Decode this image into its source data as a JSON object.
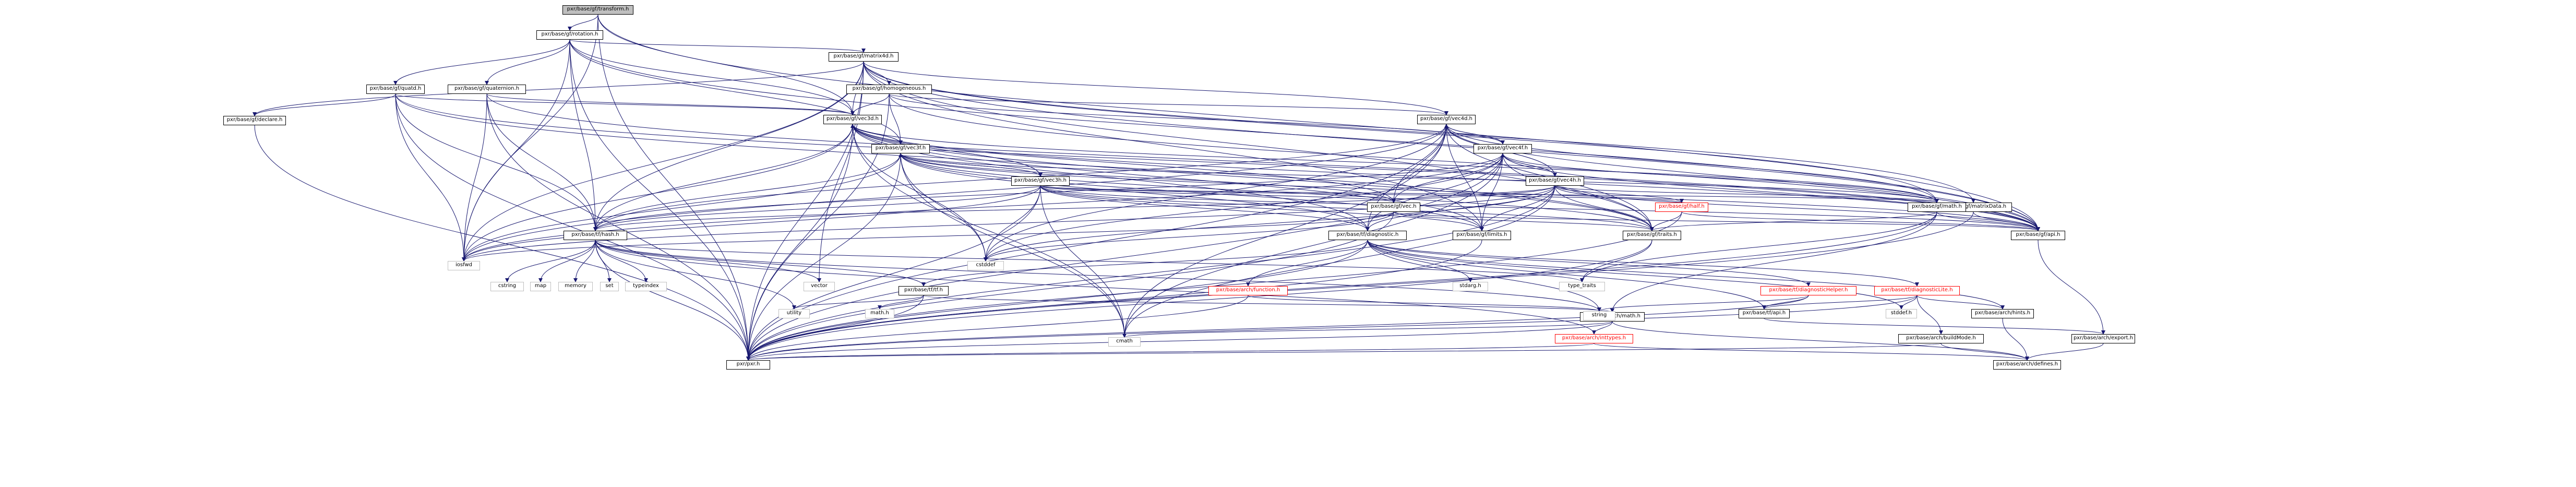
{
  "graph": {
    "title": "pxr/base/gf/transform.h",
    "edge_color": "#191970",
    "nodes": [
      {
        "id": "transform",
        "label": "pxr/base/gf/transform.h",
        "style": "root"
      },
      {
        "id": "rotation",
        "label": "pxr/base/gf/rotation.h",
        "style": "link"
      },
      {
        "id": "matrix4d",
        "label": "pxr/base/gf/matrix4d.h",
        "style": "link"
      },
      {
        "id": "quatd",
        "label": "pxr/base/gf/quatd.h",
        "style": "link"
      },
      {
        "id": "quaternion",
        "label": "pxr/base/gf/quaternion.h",
        "style": "link"
      },
      {
        "id": "homogeneous",
        "label": "pxr/base/gf/homogeneous.h",
        "style": "link"
      },
      {
        "id": "declare",
        "label": "pxr/base/gf/declare.h",
        "style": "link"
      },
      {
        "id": "vec3d",
        "label": "pxr/base/gf/vec3d.h",
        "style": "link"
      },
      {
        "id": "vec4d",
        "label": "pxr/base/gf/vec4d.h",
        "style": "link"
      },
      {
        "id": "vec3f",
        "label": "pxr/base/gf/vec3f.h",
        "style": "link"
      },
      {
        "id": "vec4f",
        "label": "pxr/base/gf/vec4f.h",
        "style": "link"
      },
      {
        "id": "vec3h",
        "label": "pxr/base/gf/vec3h.h",
        "style": "link"
      },
      {
        "id": "vec4h",
        "label": "pxr/base/gf/vec4h.h",
        "style": "link"
      },
      {
        "id": "matrixData",
        "label": "pxr/base/gf/matrixData.h",
        "style": "link"
      },
      {
        "id": "half",
        "label": "pxr/base/gf/half.h",
        "style": "red"
      },
      {
        "id": "math",
        "label": "pxr/base/gf/math.h",
        "style": "link"
      },
      {
        "id": "vech",
        "label": "pxr/base/gf/vec.h",
        "style": "link"
      },
      {
        "id": "traits",
        "label": "pxr/base/gf/traits.h",
        "style": "link"
      },
      {
        "id": "gfapi",
        "label": "pxr/base/gf/api.h",
        "style": "link"
      },
      {
        "id": "limits",
        "label": "pxr/base/gf/limits.h",
        "style": "link"
      },
      {
        "id": "diagnostic",
        "label": "pxr/base/tf/diagnostic.h",
        "style": "link"
      },
      {
        "id": "hash",
        "label": "pxr/base/tf/hash.h",
        "style": "link"
      },
      {
        "id": "tf",
        "label": "pxr/base/tf/tf.h",
        "style": "link"
      },
      {
        "id": "diagnosticHelper",
        "label": "pxr/base/tf/diagnosticHelper.h",
        "style": "red"
      },
      {
        "id": "diagnosticLite",
        "label": "pxr/base/tf/diagnosticLite.h",
        "style": "red"
      },
      {
        "id": "tfapi",
        "label": "pxr/base/tf/api.h",
        "style": "link"
      },
      {
        "id": "function",
        "label": "pxr/base/arch/function.h",
        "style": "red"
      },
      {
        "id": "archmath",
        "label": "pxr/base/arch/math.h",
        "style": "link"
      },
      {
        "id": "inttypes",
        "label": "pxr/base/arch/inttypes.h",
        "style": "red"
      },
      {
        "id": "buildMode",
        "label": "pxr/base/arch/buildMode.h",
        "style": "link"
      },
      {
        "id": "hints",
        "label": "pxr/base/arch/hints.h",
        "style": "link"
      },
      {
        "id": "archexport",
        "label": "pxr/base/arch/export.h",
        "style": "link"
      },
      {
        "id": "defines",
        "label": "pxr/base/arch/defines.h",
        "style": "link"
      },
      {
        "id": "pxr",
        "label": "pxr/pxr.h",
        "style": "link"
      },
      {
        "id": "iosfwd",
        "label": "iosfwd",
        "style": "grey"
      },
      {
        "id": "cstddef",
        "label": "cstddef",
        "style": "grey"
      },
      {
        "id": "cmath",
        "label": "cmath",
        "style": "grey"
      },
      {
        "id": "cstring",
        "label": "cstring",
        "style": "grey"
      },
      {
        "id": "map",
        "label": "map",
        "style": "grey"
      },
      {
        "id": "memory",
        "label": "memory",
        "style": "grey"
      },
      {
        "id": "set",
        "label": "set",
        "style": "grey"
      },
      {
        "id": "typeindex",
        "label": "typeindex",
        "style": "grey"
      },
      {
        "id": "vector",
        "label": "vector",
        "style": "grey"
      },
      {
        "id": "type_traits",
        "label": "type_traits",
        "style": "grey"
      },
      {
        "id": "string",
        "label": "string",
        "style": "grey"
      },
      {
        "id": "utility",
        "label": "utility",
        "style": "grey"
      },
      {
        "id": "mathh",
        "label": "math.h",
        "style": "grey"
      },
      {
        "id": "stdarg",
        "label": "stdarg.h",
        "style": "grey"
      },
      {
        "id": "stddef",
        "label": "stddef.h",
        "style": "grey"
      }
    ],
    "edges": [
      [
        "transform",
        "rotation"
      ],
      [
        "transform",
        "vec3d"
      ],
      [
        "transform",
        "gfapi"
      ],
      [
        "transform",
        "pxr"
      ],
      [
        "transform",
        "iosfwd"
      ],
      [
        "rotation",
        "matrix4d"
      ],
      [
        "rotation",
        "quatd"
      ],
      [
        "rotation",
        "quaternion"
      ],
      [
        "rotation",
        "vec3d"
      ],
      [
        "rotation",
        "gfapi"
      ],
      [
        "rotation",
        "hash"
      ],
      [
        "rotation",
        "pxr"
      ],
      [
        "rotation",
        "iosfwd"
      ],
      [
        "rotation",
        "vec3f"
      ],
      [
        "matrix4d",
        "homogeneous"
      ],
      [
        "matrix4d",
        "vec3d"
      ],
      [
        "matrix4d",
        "vec4d"
      ],
      [
        "matrix4d",
        "declare"
      ],
      [
        "matrix4d",
        "matrixData"
      ],
      [
        "matrix4d",
        "gfapi"
      ],
      [
        "matrix4d",
        "traits"
      ],
      [
        "matrix4d",
        "hash"
      ],
      [
        "matrix4d",
        "pxr"
      ],
      [
        "matrix4d",
        "iosfwd"
      ],
      [
        "matrix4d",
        "vector"
      ],
      [
        "matrix4d",
        "math"
      ],
      [
        "matrix4d",
        "limits"
      ],
      [
        "homogeneous",
        "vec3d"
      ],
      [
        "homogeneous",
        "vec4d"
      ],
      [
        "homogeneous",
        "vec3f"
      ],
      [
        "homogeneous",
        "vec4f"
      ],
      [
        "homogeneous",
        "gfapi"
      ],
      [
        "homogeneous",
        "pxr"
      ],
      [
        "quatd",
        "declare"
      ],
      [
        "quatd",
        "vec3d"
      ],
      [
        "quatd",
        "gfapi"
      ],
      [
        "quatd",
        "hash"
      ],
      [
        "quatd",
        "pxr"
      ],
      [
        "quatd",
        "iosfwd"
      ],
      [
        "quatd",
        "traits"
      ],
      [
        "quaternion",
        "vec3d"
      ],
      [
        "quaternion",
        "gfapi"
      ],
      [
        "quaternion",
        "hash"
      ],
      [
        "quaternion",
        "pxr"
      ],
      [
        "quaternion",
        "iosfwd"
      ],
      [
        "declare",
        "pxr"
      ],
      [
        "vec3d",
        "vech"
      ],
      [
        "vec3d",
        "vec3f"
      ],
      [
        "vec3d",
        "vec3h"
      ],
      [
        "vec3d",
        "diagnostic"
      ],
      [
        "vec3d",
        "limits"
      ],
      [
        "vec3d",
        "traits"
      ],
      [
        "vec3d",
        "math"
      ],
      [
        "vec3d",
        "hash"
      ],
      [
        "vec3d",
        "cstddef"
      ],
      [
        "vec3d",
        "cmath"
      ],
      [
        "vec3d",
        "iosfwd"
      ],
      [
        "vec3d",
        "gfapi"
      ],
      [
        "vec3d",
        "pxr"
      ],
      [
        "vec4d",
        "vech"
      ],
      [
        "vec4d",
        "vec4f"
      ],
      [
        "vec4d",
        "vec4h"
      ],
      [
        "vec4d",
        "diagnostic"
      ],
      [
        "vec4d",
        "limits"
      ],
      [
        "vec4d",
        "traits"
      ],
      [
        "vec4d",
        "math"
      ],
      [
        "vec4d",
        "hash"
      ],
      [
        "vec4d",
        "cstddef"
      ],
      [
        "vec4d",
        "cmath"
      ],
      [
        "vec4d",
        "iosfwd"
      ],
      [
        "vec4d",
        "gfapi"
      ],
      [
        "vec4d",
        "pxr"
      ],
      [
        "vec3f",
        "vech"
      ],
      [
        "vec3f",
        "vec3d"
      ],
      [
        "vec3f",
        "vec3h"
      ],
      [
        "vec3f",
        "diagnostic"
      ],
      [
        "vec3f",
        "limits"
      ],
      [
        "vec3f",
        "traits"
      ],
      [
        "vec3f",
        "math"
      ],
      [
        "vec3f",
        "hash"
      ],
      [
        "vec3f",
        "cstddef"
      ],
      [
        "vec3f",
        "cmath"
      ],
      [
        "vec3f",
        "iosfwd"
      ],
      [
        "vec3f",
        "gfapi"
      ],
      [
        "vec3f",
        "pxr"
      ],
      [
        "vec4f",
        "vech"
      ],
      [
        "vec4f",
        "vec4d"
      ],
      [
        "vec4f",
        "vec4h"
      ],
      [
        "vec4f",
        "diagnostic"
      ],
      [
        "vec4f",
        "limits"
      ],
      [
        "vec4f",
        "traits"
      ],
      [
        "vec4f",
        "math"
      ],
      [
        "vec4f",
        "hash"
      ],
      [
        "vec4f",
        "cstddef"
      ],
      [
        "vec4f",
        "cmath"
      ],
      [
        "vec4f",
        "iosfwd"
      ],
      [
        "vec4f",
        "gfapi"
      ],
      [
        "vec4f",
        "pxr"
      ],
      [
        "vec3h",
        "half"
      ],
      [
        "vec3h",
        "vech"
      ],
      [
        "vec3h",
        "vec3d"
      ],
      [
        "vec3h",
        "vec3f"
      ],
      [
        "vec3h",
        "diagnostic"
      ],
      [
        "vec3h",
        "limits"
      ],
      [
        "vec3h",
        "traits"
      ],
      [
        "vec3h",
        "math"
      ],
      [
        "vec3h",
        "hash"
      ],
      [
        "vec3h",
        "cstddef"
      ],
      [
        "vec3h",
        "cmath"
      ],
      [
        "vec3h",
        "iosfwd"
      ],
      [
        "vec3h",
        "gfapi"
      ],
      [
        "vec3h",
        "pxr"
      ],
      [
        "vec4h",
        "half"
      ],
      [
        "vec4h",
        "vech"
      ],
      [
        "vec4h",
        "vec4d"
      ],
      [
        "vec4h",
        "vec4f"
      ],
      [
        "vec4h",
        "diagnostic"
      ],
      [
        "vec4h",
        "limits"
      ],
      [
        "vec4h",
        "traits"
      ],
      [
        "vec4h",
        "math"
      ],
      [
        "vec4h",
        "hash"
      ],
      [
        "vec4h",
        "cstddef"
      ],
      [
        "vec4h",
        "cmath"
      ],
      [
        "vec4h",
        "iosfwd"
      ],
      [
        "vec4h",
        "gfapi"
      ],
      [
        "vec4h",
        "pxr"
      ],
      [
        "matrixData",
        "gfapi"
      ],
      [
        "matrixData",
        "pxr"
      ],
      [
        "half",
        "traits"
      ],
      [
        "half",
        "pxr"
      ],
      [
        "half",
        "gfapi"
      ],
      [
        "math",
        "traits"
      ],
      [
        "math",
        "archmath"
      ],
      [
        "math",
        "gfapi"
      ],
      [
        "math",
        "pxr"
      ],
      [
        "math",
        "type_traits"
      ],
      [
        "vech",
        "traits"
      ],
      [
        "vech",
        "pxr"
      ],
      [
        "vech",
        "cstddef"
      ],
      [
        "vech",
        "iosfwd"
      ],
      [
        "vech",
        "gfapi"
      ],
      [
        "traits",
        "type_traits"
      ],
      [
        "traits",
        "pxr"
      ],
      [
        "gfapi",
        "archexport"
      ],
      [
        "limits",
        "pxr"
      ],
      [
        "diagnostic",
        "tf"
      ],
      [
        "diagnostic",
        "diagnosticHelper"
      ],
      [
        "diagnostic",
        "diagnosticLite"
      ],
      [
        "diagnostic",
        "function"
      ],
      [
        "diagnostic",
        "hints"
      ],
      [
        "diagnostic",
        "tfapi"
      ],
      [
        "diagnostic",
        "pxr"
      ],
      [
        "diagnostic",
        "stdarg"
      ],
      [
        "diagnostic",
        "string"
      ],
      [
        "diagnostic",
        "stddef"
      ],
      [
        "hash",
        "tf"
      ],
      [
        "hash",
        "pxr"
      ],
      [
        "hash",
        "cstring"
      ],
      [
        "hash",
        "map"
      ],
      [
        "hash",
        "memory"
      ],
      [
        "hash",
        "set"
      ],
      [
        "hash",
        "typeindex"
      ],
      [
        "hash",
        "type_traits"
      ],
      [
        "hash",
        "vector"
      ],
      [
        "hash",
        "string"
      ],
      [
        "hash",
        "utility"
      ],
      [
        "hash",
        "inttypes"
      ],
      [
        "tf",
        "pxr"
      ],
      [
        "tf",
        "utility"
      ],
      [
        "tf",
        "mathh"
      ],
      [
        "tf",
        "archmath"
      ],
      [
        "diagnosticHelper",
        "tfapi"
      ],
      [
        "diagnosticHelper",
        "string"
      ],
      [
        "diagnosticHelper",
        "pxr"
      ],
      [
        "diagnosticLite",
        "tfapi"
      ],
      [
        "diagnosticLite",
        "buildMode"
      ],
      [
        "diagnosticLite",
        "hints"
      ],
      [
        "diagnosticLite",
        "pxr"
      ],
      [
        "diagnosticLite",
        "stddef"
      ],
      [
        "tfapi",
        "archexport"
      ],
      [
        "function",
        "string"
      ],
      [
        "function",
        "pxr"
      ],
      [
        "archmath",
        "defines"
      ],
      [
        "archmath",
        "inttypes"
      ],
      [
        "archmath",
        "pxr"
      ],
      [
        "archmath",
        "cmath"
      ],
      [
        "inttypes",
        "defines"
      ],
      [
        "inttypes",
        "pxr"
      ],
      [
        "buildMode",
        "defines"
      ],
      [
        "buildMode",
        "pxr"
      ],
      [
        "hints",
        "defines"
      ],
      [
        "archexport",
        "defines"
      ]
    ]
  }
}
